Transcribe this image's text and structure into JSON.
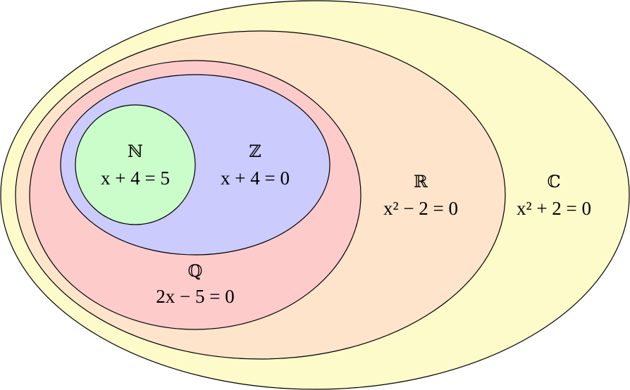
{
  "sets": {
    "complex": {
      "symbol": "ℂ",
      "equation": "x² + 2 = 0",
      "color": "#fdfbc9"
    },
    "real": {
      "symbol": "ℝ",
      "equation": "x² − 2 = 0",
      "color": "#fde4cb"
    },
    "rational": {
      "symbol": "ℚ",
      "equation": "2x − 5 = 0",
      "color": "#fecbcb"
    },
    "integer": {
      "symbol": "ℤ",
      "equation": "x + 4 = 0",
      "color": "#cbcbfd"
    },
    "natural": {
      "symbol": "ℕ",
      "equation": "x + 4 = 5",
      "color": "#cbfdcb"
    }
  }
}
